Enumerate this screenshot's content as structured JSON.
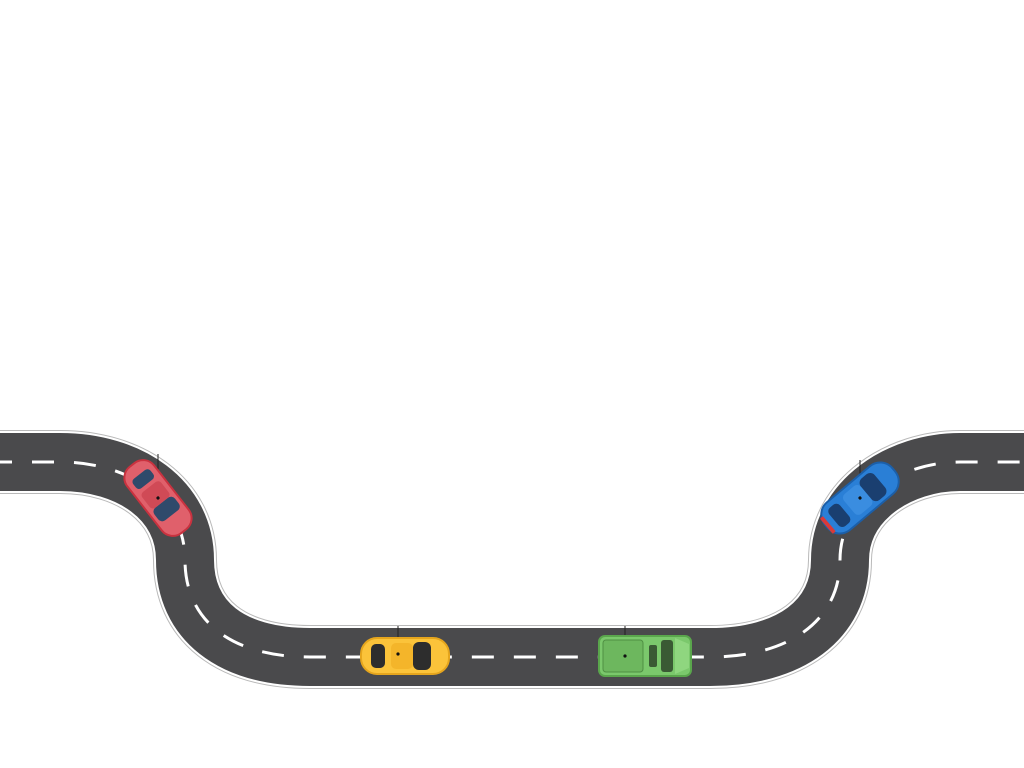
{
  "scene": {
    "background": "#ffffff",
    "road": {
      "asphalt": "#4a4a4c",
      "edge": "#b9b9b9",
      "lane_marking": "#ffffff"
    }
  },
  "cars": [
    {
      "name": "red-car",
      "color": "#e0606b",
      "accent": "#c9323f",
      "roof": "#2f4a6b"
    },
    {
      "name": "yellow-car",
      "color": "#fbc33a",
      "accent": "#e5a51d",
      "roof": "#2d2d2d"
    },
    {
      "name": "green-car",
      "color": "#7bc86c",
      "accent": "#5aa64c",
      "roof": "#3a5a34"
    },
    {
      "name": "blue-car",
      "color": "#2a7fd6",
      "accent": "#1c5fa8",
      "roof": "#1a3f70"
    }
  ]
}
